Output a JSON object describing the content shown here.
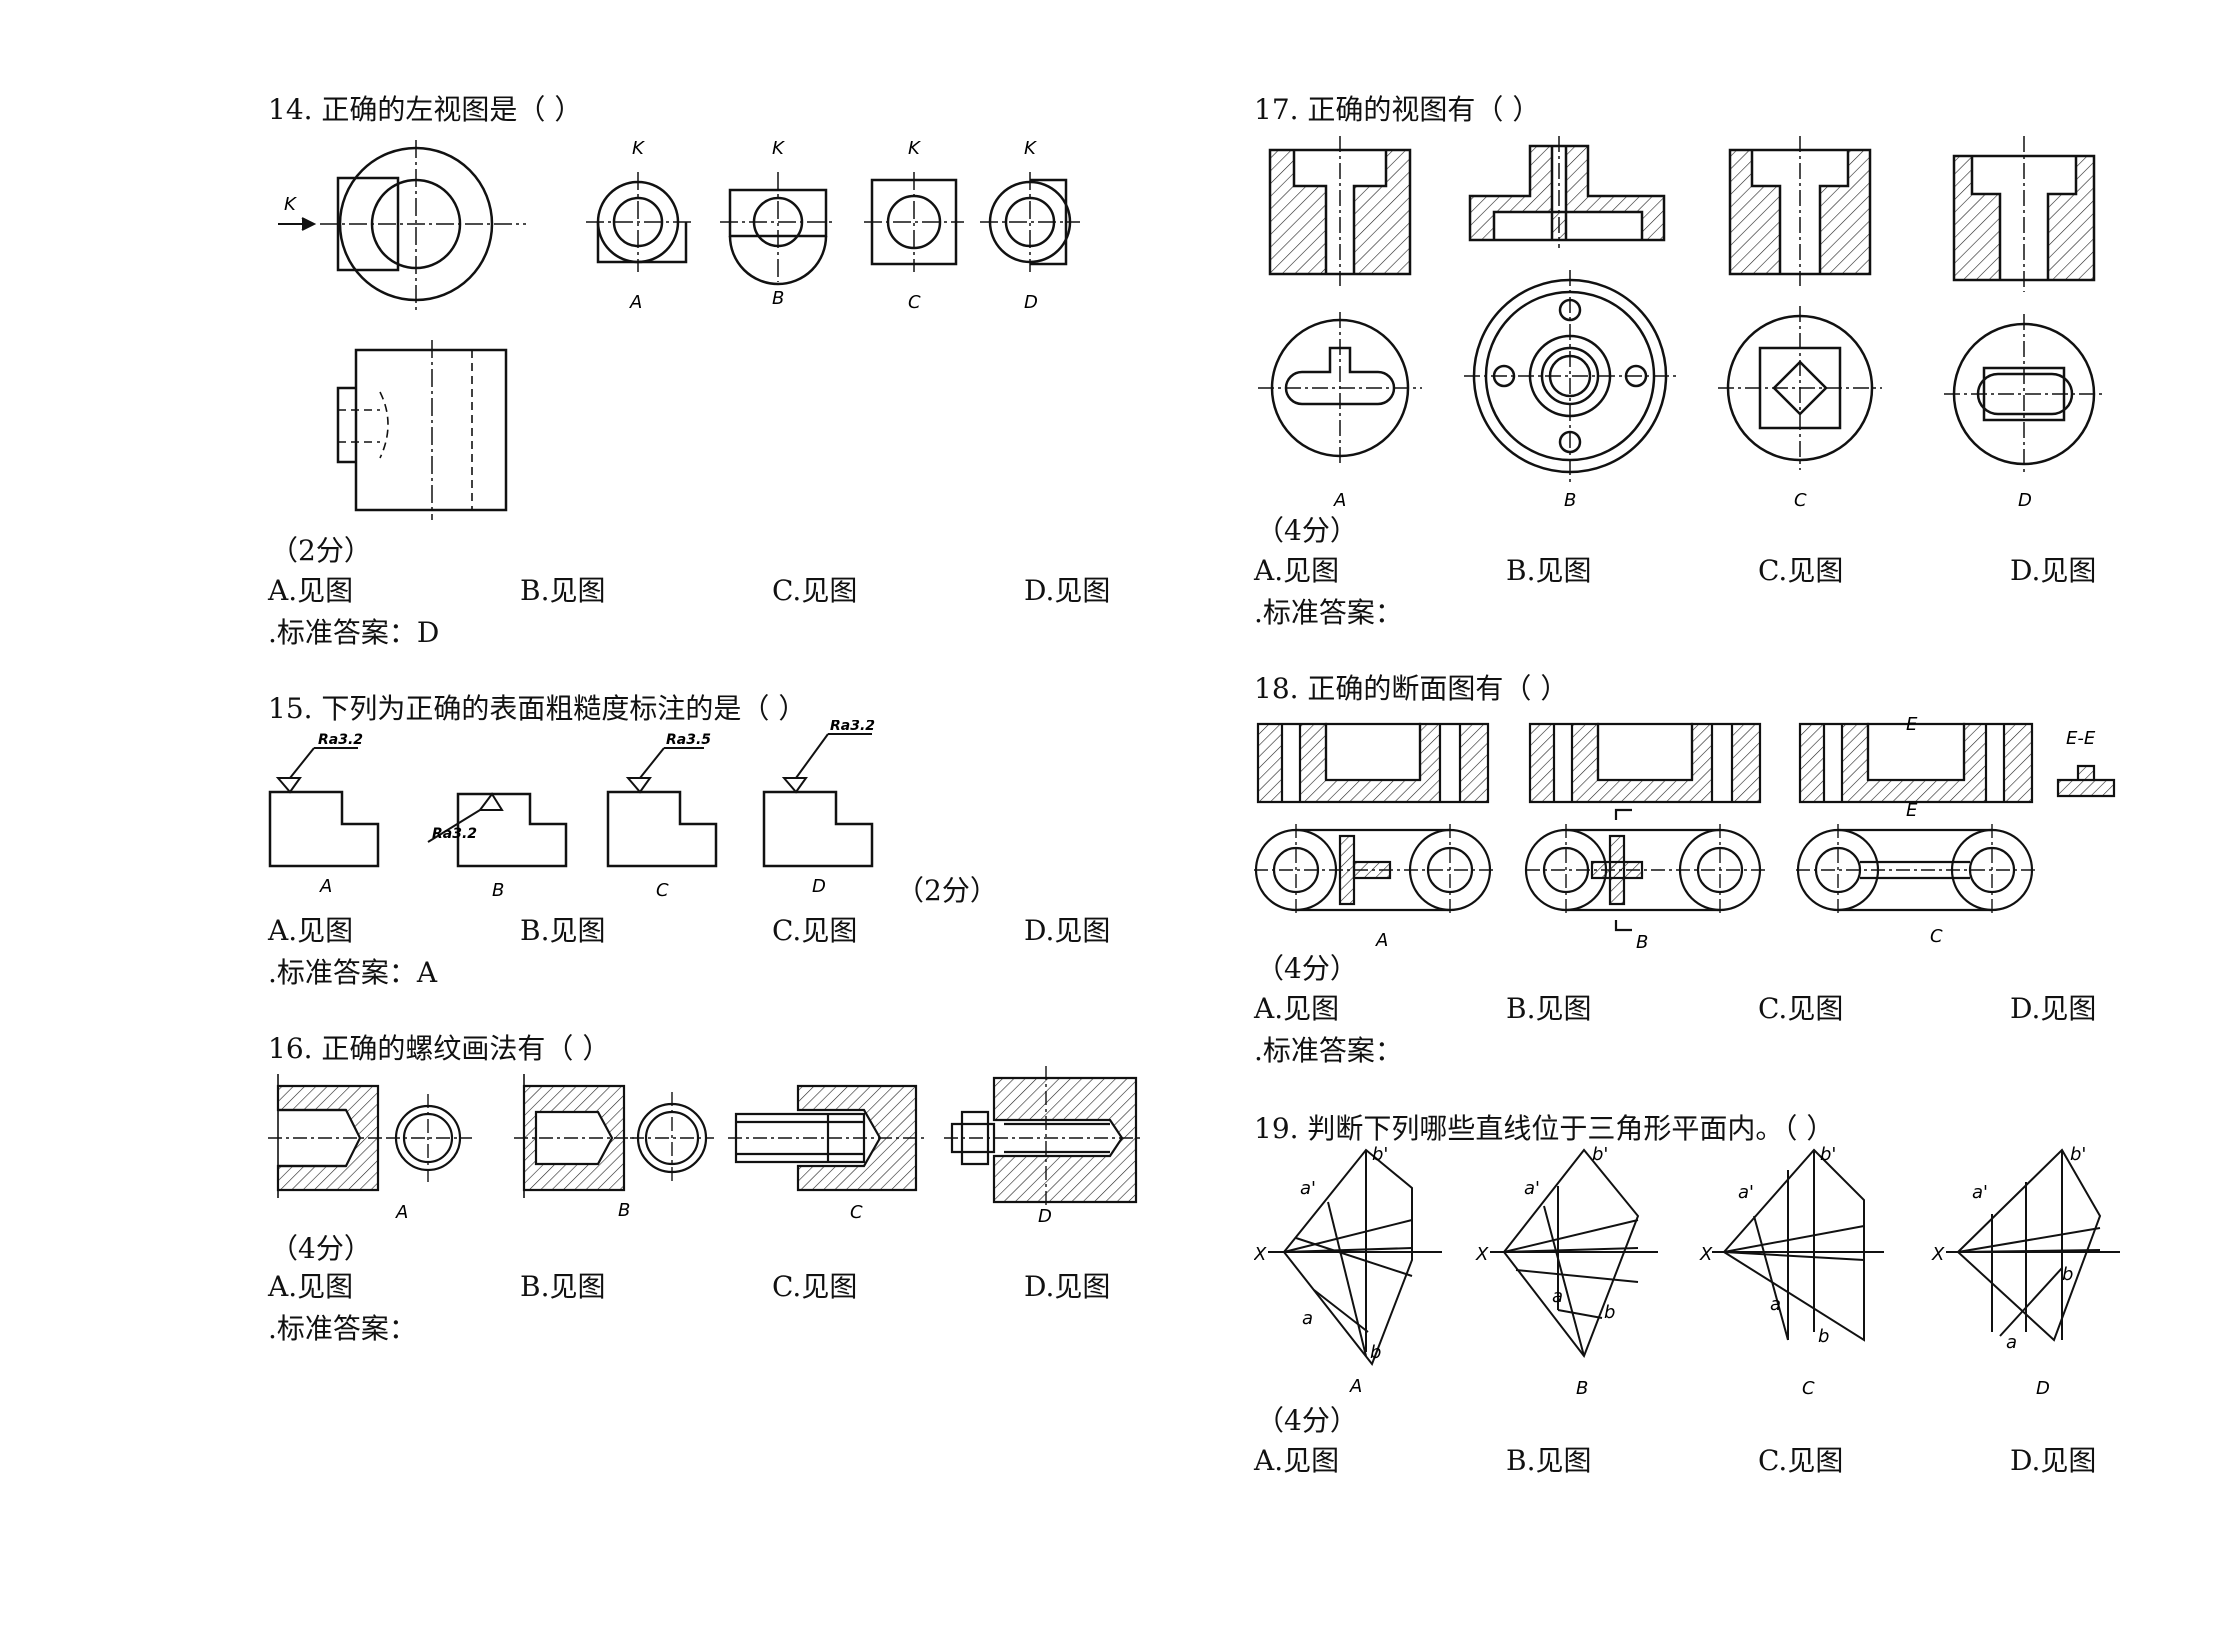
{
  "questions": {
    "q14": {
      "title": "14. 正确的左视图是（ ）",
      "score": "（2分）",
      "options": [
        "A.见图",
        "B.见图",
        "C.见图",
        "D.见图"
      ],
      "answer": ".标准答案：D",
      "fig_labels": {
        "arrow": "K",
        "k": "K",
        "a": "A",
        "b": "B",
        "c": "C",
        "d": "D"
      }
    },
    "q15": {
      "title": "15. 下列为正确的表面粗糙度标注的是（ ）",
      "score": "（2分）",
      "options": [
        "A.见图",
        "B.见图",
        "C.见图",
        "D.见图"
      ],
      "answer": ".标准答案：A",
      "fig_labels": {
        "ra_a": "Ra3.2",
        "ra_b": "Ra3.2",
        "ra_c": "Ra3.5",
        "ra_d": "Ra3.2",
        "a": "A",
        "b": "B",
        "c": "C",
        "d": "D"
      }
    },
    "q16": {
      "title": "16. 正确的螺纹画法有（ ）",
      "score": "（4分）",
      "options": [
        "A.见图",
        "B.见图",
        "C.见图",
        "D.见图"
      ],
      "answer": ".标准答案：",
      "fig_labels": {
        "a": "A",
        "b": "B",
        "c": "C",
        "d": "D"
      }
    },
    "q17": {
      "title": "17. 正确的视图有（ ）",
      "score": "（4分）",
      "options": [
        "A.见图",
        "B.见图",
        "C.见图",
        "D.见图"
      ],
      "answer": ".标准答案：",
      "fig_labels": {
        "a": "A",
        "b": "B",
        "c": "C",
        "d": "D"
      }
    },
    "q18": {
      "title": "18. 正确的断面图有（ ）",
      "score": "（4分）",
      "options": [
        "A.见图",
        "B.见图",
        "C.见图",
        "D.见图"
      ],
      "answer": ".标准答案：",
      "fig_labels": {
        "e1": "E",
        "e2": "E",
        "ee": "E-E",
        "a": "A",
        "b": "B",
        "c": "C"
      }
    },
    "q19": {
      "title": "19. 判断下列哪些直线位于三角形平面内。（ ）",
      "score": "（4分）",
      "options": [
        "A.见图",
        "B.见图",
        "C.见图",
        "D.见图"
      ],
      "fig_labels": {
        "x": "X",
        "ap": "a'",
        "bp": "b'",
        "a": "a",
        "b": "b",
        "la": "A",
        "lb": "B",
        "lc": "C",
        "ld": "D"
      }
    }
  }
}
